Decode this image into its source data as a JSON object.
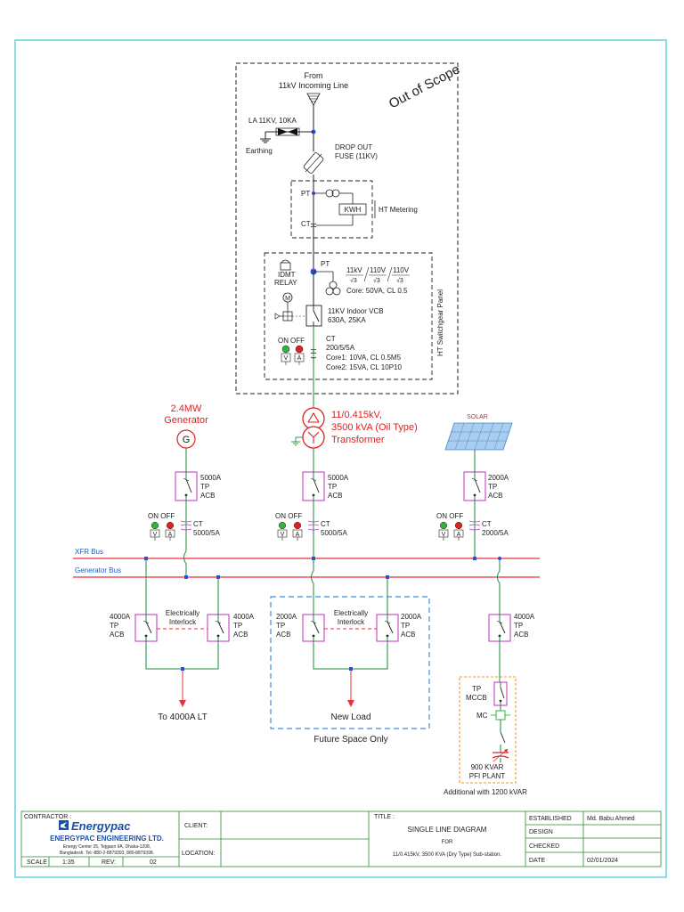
{
  "colors": {
    "frame": "#3fc6d6",
    "bus": "#e8323c",
    "wire": "#1d8a3a",
    "breaker_box": "#c02fc0",
    "red_text": "#e02020",
    "blue_text": "#1a5fd0",
    "future_box": "#3a8ee0",
    "pfi_box": "#f0962a"
  },
  "incoming": {
    "from_line1": "From",
    "from_line2": "11kV Incoming Line",
    "out_of_scope": "Out of Scope",
    "la_label": "LA 11KV, 10KA",
    "earthing": "Earthing",
    "dropout1": "DROP OUT",
    "dropout2": "FUSE (11KV)"
  },
  "metering": {
    "pt": "PT",
    "ct": "CT",
    "kwh": "KWH",
    "label": "HT Metering"
  },
  "switchgear": {
    "panel_label": "HT Switchgear Panel",
    "idmt1": "IDMT",
    "idmt2": "RELAY",
    "pt": "PT",
    "ratio_num": [
      "11kV",
      "110V",
      "110V"
    ],
    "ratio_den": [
      "√3",
      "√3",
      "√3"
    ],
    "core": "Core: 50VA, CL 0.5",
    "motor": "M",
    "vcb1": "11KV Indoor VCB",
    "vcb2": "630A, 25KA",
    "on": "ON",
    "off": "OFF",
    "ct1": "CT",
    "ct2": "200/5/5A",
    "ct3": "Core1: 10VA, CL 0.5M5",
    "ct4": "Core2: 15VA, CL 10P10",
    "v": "V",
    "a": "A"
  },
  "generator": {
    "label1": "2.4MW",
    "label2": "Generator",
    "symbol": "G"
  },
  "transformer": {
    "label1": "11/0.415kV,",
    "label2": "3500 kVA (Oil Type)",
    "label3": "Transformer"
  },
  "solar": {
    "label": "SOLAR"
  },
  "acb_top": [
    {
      "rating": "5000A",
      "type": "TP",
      "kind": "ACB"
    },
    {
      "rating": "5000A",
      "type": "TP",
      "kind": "ACB"
    },
    {
      "rating": "2000A",
      "type": "TP",
      "kind": "ACB"
    }
  ],
  "indicators": {
    "on_off": "ON OFF",
    "ct": "CT",
    "ct_ratios": [
      "5000/5A",
      "5000/5A",
      "2000/5A"
    ]
  },
  "buses": {
    "xfr": "XFR Bus",
    "gen": "Generator Bus"
  },
  "acb_bottom": [
    {
      "rating": "4000A",
      "type": "TP",
      "kind": "ACB"
    },
    {
      "rating": "4000A",
      "type": "TP",
      "kind": "ACB"
    },
    {
      "rating": "2000A",
      "type": "TP",
      "kind": "ACB"
    },
    {
      "rating": "2000A",
      "type": "TP",
      "kind": "ACB"
    },
    {
      "rating": "4000A",
      "type": "TP",
      "kind": "ACB"
    }
  ],
  "interlock": {
    "line1": "Electrically",
    "line2": "Interlock"
  },
  "outputs": {
    "lt": "To 4000A LT",
    "new_load": "New Load",
    "future": "Future Space Only"
  },
  "pfi": {
    "mccb1": "TP",
    "mccb2": "MCCB",
    "mc": "MC",
    "kvar": "900 KVAR",
    "plant": "PFI PLANT",
    "note": "Additional with 1200 kVAR"
  },
  "title_block": {
    "contractor_label": "CONTRACTOR :",
    "brand": "Energypac",
    "company": "ENERGYPAC ENGINEERING LTD.",
    "addr1": "Energy Center 25, Tejgaon I/A, Dhaka-1208,",
    "addr2": "Bangladesh. Tel:-880-2-8879393, 880-8879398.",
    "scale_label": "SCALE",
    "scale_value": "1:35",
    "rev_label": "REV:",
    "rev_value": "02",
    "client_label": "CLIENT:",
    "location_label": "LOCATION:",
    "title_label": "TITLE :",
    "title1": "SINGLE LINE DIAGRAM",
    "title2": "FOR",
    "title3": "11/0.415kV, 3500 KVA (Dry Type) Sub-station.",
    "rows": [
      {
        "label": "ESTABLISHED",
        "value": "Md. Babu Ahmed"
      },
      {
        "label": "DESIGN",
        "value": ""
      },
      {
        "label": "CHECKED",
        "value": ""
      },
      {
        "label": "DATE",
        "value": "02/01/2024"
      }
    ]
  }
}
